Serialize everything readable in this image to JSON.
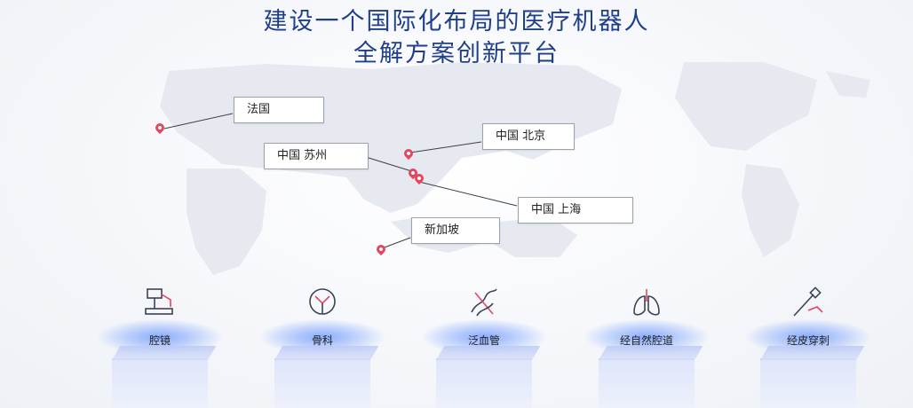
{
  "headline": {
    "line1": "建设一个国际化布局的医疗机器人",
    "line2": "全解方案创新平台"
  },
  "locations": [
    {
      "label": "法国"
    },
    {
      "label": "中国 苏州"
    },
    {
      "label": "中国 北京"
    },
    {
      "label": "中国 上海"
    },
    {
      "label": "新加坡"
    }
  ],
  "categories": [
    {
      "label": "腔镜",
      "icon": "surgical-robot-icon"
    },
    {
      "label": "骨科",
      "icon": "knee-joint-icon"
    },
    {
      "label": "泛血管",
      "icon": "vascular-icon"
    },
    {
      "label": "经自然腔道",
      "icon": "lungs-icon"
    },
    {
      "label": "经皮穿刺",
      "icon": "needle-icon"
    }
  ],
  "colors": {
    "title": "#1f3f8a",
    "pin": "#e5465f",
    "glow": "#5a8cff"
  }
}
